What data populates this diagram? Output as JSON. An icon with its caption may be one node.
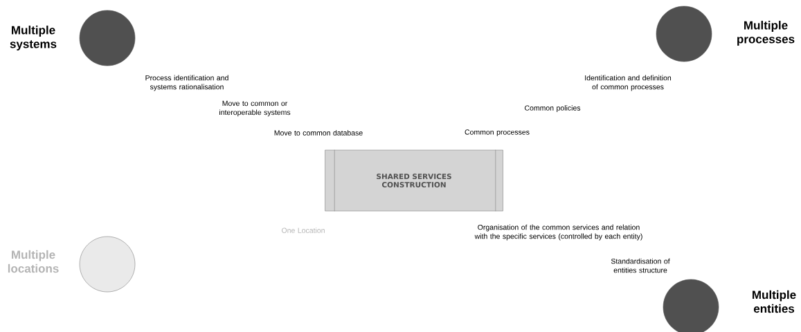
{
  "diagram": {
    "nodes": [
      {
        "text": [
          "Multiple systems"
        ]
      },
      {
        "text": [
          "Multiple processes"
        ]
      },
      {
        "text": [
          "SHARED SERVICES CONSTRUCTION"
        ]
      },
      {
        "text": [
          "Multiple locations"
        ]
      },
      {
        "text": [
          "Multiple entities"
        ]
      }
    ],
    "labels": [
      "Process identification and systems rationalisation",
      "Identification and definition of common processes",
      "Move to common or interoperable systems",
      "Common policies",
      "Move to common database",
      "Common processes",
      "One Location",
      "Organisation of the common services and relation with the specific services (controlled by each entity)",
      "Standardisation of entities structure"
    ]
  }
}
